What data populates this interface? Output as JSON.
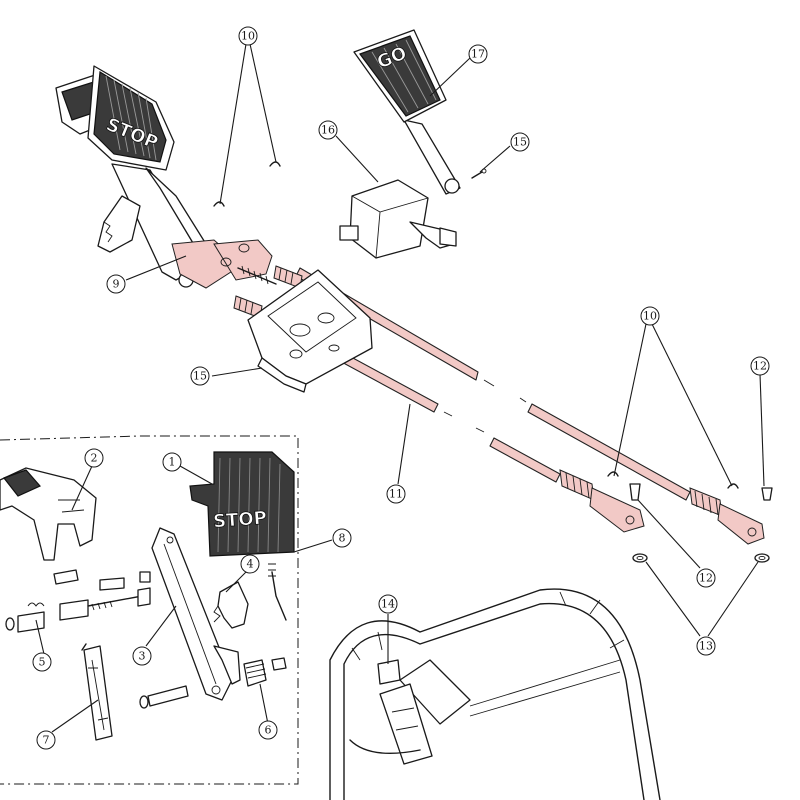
{
  "pedal_labels": {
    "brake_main": "STOP",
    "brake_detail": "STOP",
    "accelerator": "GO"
  },
  "callouts": [
    {
      "id": "c10a",
      "label": "10"
    },
    {
      "id": "c17",
      "label": "17"
    },
    {
      "id": "c16",
      "label": "16"
    },
    {
      "id": "c15a",
      "label": "15"
    },
    {
      "id": "c9",
      "label": "9"
    },
    {
      "id": "c15b",
      "label": "15"
    },
    {
      "id": "c10b",
      "label": "10"
    },
    {
      "id": "c12a",
      "label": "12"
    },
    {
      "id": "c11",
      "label": "11"
    },
    {
      "id": "c12b",
      "label": "12"
    },
    {
      "id": "c13",
      "label": "13"
    },
    {
      "id": "c2",
      "label": "2"
    },
    {
      "id": "c1",
      "label": "1"
    },
    {
      "id": "c8",
      "label": "8"
    },
    {
      "id": "c4",
      "label": "4"
    },
    {
      "id": "c5",
      "label": "5"
    },
    {
      "id": "c3",
      "label": "3"
    },
    {
      "id": "c7",
      "label": "7"
    },
    {
      "id": "c6",
      "label": "6"
    },
    {
      "id": "c14",
      "label": "14"
    }
  ],
  "colors": {
    "cable": "#f2c9c6",
    "line": "#1a1a1a",
    "pedal_pad": "#3a3a3a"
  }
}
